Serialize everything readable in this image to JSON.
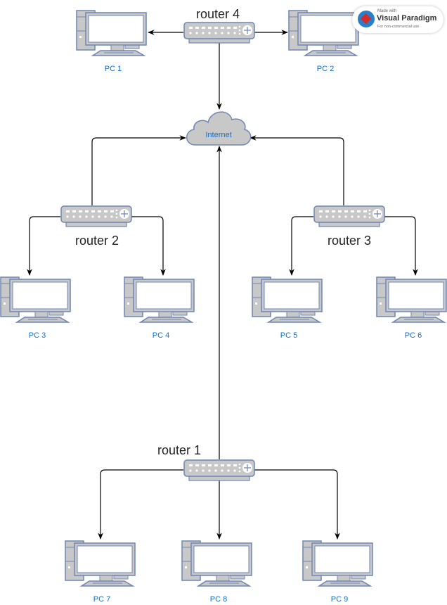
{
  "diagram": {
    "internet": {
      "id": "internet",
      "label": "Internet"
    },
    "routers": [
      {
        "id": "r1",
        "label": "router 1"
      },
      {
        "id": "r2",
        "label": "router 2"
      },
      {
        "id": "r3",
        "label": "router 3"
      },
      {
        "id": "r4",
        "label": "router 4"
      }
    ],
    "pcs": [
      {
        "id": "pc1",
        "label": "PC 1"
      },
      {
        "id": "pc2",
        "label": "PC 2"
      },
      {
        "id": "pc3",
        "label": "PC 3"
      },
      {
        "id": "pc4",
        "label": "PC 4"
      },
      {
        "id": "pc5",
        "label": "PC 5"
      },
      {
        "id": "pc6",
        "label": "PC 6"
      },
      {
        "id": "pc7",
        "label": "PC 7"
      },
      {
        "id": "pc8",
        "label": "PC 8"
      },
      {
        "id": "pc9",
        "label": "PC 9"
      }
    ],
    "edges": [
      {
        "from": "r4",
        "to": "pc1"
      },
      {
        "from": "r4",
        "to": "pc2"
      },
      {
        "from": "r4",
        "to": "internet"
      },
      {
        "from": "r2",
        "to": "internet"
      },
      {
        "from": "r3",
        "to": "internet"
      },
      {
        "from": "r2",
        "to": "pc3"
      },
      {
        "from": "r2",
        "to": "pc4"
      },
      {
        "from": "r3",
        "to": "pc5"
      },
      {
        "from": "r3",
        "to": "pc6"
      },
      {
        "from": "r1",
        "to": "internet"
      },
      {
        "from": "r1",
        "to": "pc7"
      },
      {
        "from": "r1",
        "to": "pc8"
      },
      {
        "from": "r1",
        "to": "pc9"
      }
    ],
    "colors": {
      "device_fill": "#c8c8c8",
      "device_stroke": "#6f86b4",
      "screen": "#ffffff",
      "label": "#0f6fd1"
    }
  },
  "watermark": {
    "made": "Made with",
    "brand": "Visual Paradigm",
    "use": "For non-commercial use"
  }
}
